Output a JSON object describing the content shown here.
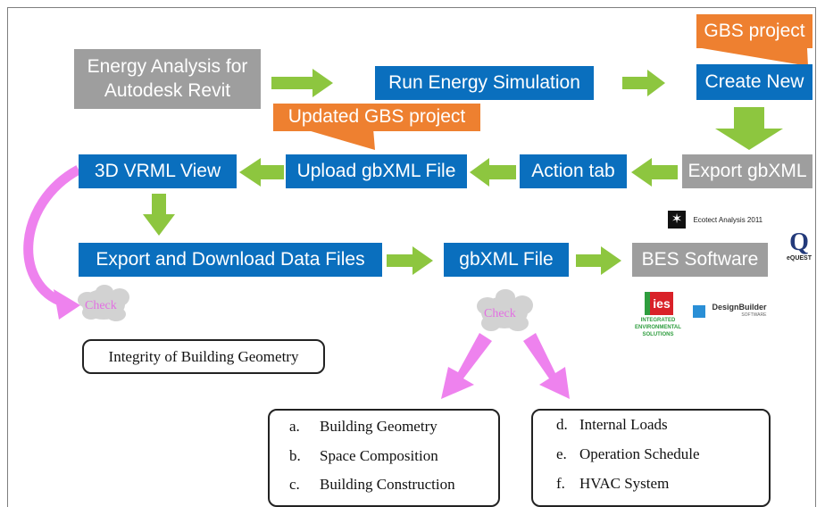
{
  "nodes": {
    "energy_analysis": "Energy Analysis for\nAutodesk Revit",
    "run_sim": "Run Energy Simulation",
    "create_new": "Create New",
    "gbs_project": "GBS project",
    "export_gbxml": "Export gbXML",
    "action_tab": "Action tab",
    "upload_gbxml": "Upload gbXML File",
    "updated_gbs": "Updated GBS project",
    "vrml_view": "3D VRML View",
    "export_download": "Export and Download Data Files",
    "gbxml_file": "gbXML File",
    "bes_software": "BES Software"
  },
  "check_labels": {
    "left": "Check",
    "mid": "Check"
  },
  "integrity": "Integrity of Building Geometry",
  "list_left": [
    {
      "num": "a.",
      "text": "Building Geometry"
    },
    {
      "num": "b.",
      "text": "Space Composition"
    },
    {
      "num": "c.",
      "text": "Building Construction"
    }
  ],
  "list_right": [
    {
      "num": "d.",
      "text": "Internal Loads"
    },
    {
      "num": "e.",
      "text": "Operation Schedule"
    },
    {
      "num": "f.",
      "text": "HVAC System"
    }
  ],
  "logos": {
    "ecotect": "Ecotect Analysis 2011",
    "equest": "eQUEST",
    "ies_mark": "ies",
    "ies_line1": "INTEGRATED",
    "ies_line2": "ENVIRONMENTAL",
    "ies_line3": "SOLUTIONS",
    "designbuilder": "DesignBuilder",
    "designbuilder_sub": "SOFTWARE"
  },
  "colors": {
    "blue_box": "#0a6fbe",
    "gray_box": "#9e9e9e",
    "orange_callout": "#ee8030",
    "green_arrow": "#8dc63f",
    "magenta_arrow": "#ee82ee"
  }
}
